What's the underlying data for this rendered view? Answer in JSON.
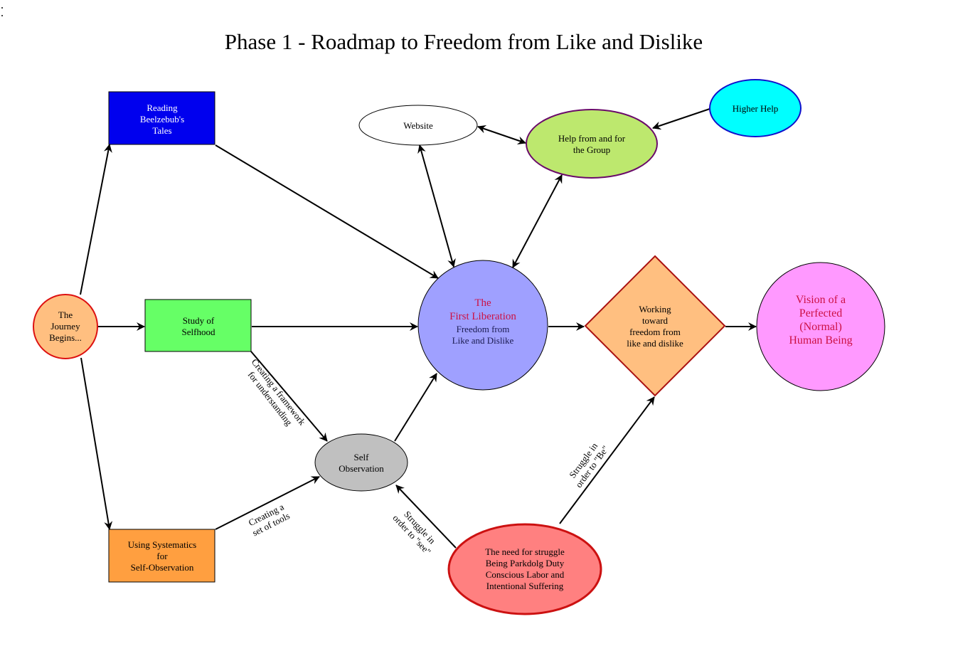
{
  "title": "Phase 1 - Roadmap to Freedom from Like and Dislike",
  "colors": {
    "reading": "#0000ee",
    "study": "#66ff66",
    "systematics": "#ff9f40",
    "journey_fill": "#ffbf80",
    "journey_stroke": "#dd1111",
    "website_fill": "#ffffff",
    "group_fill": "#bde86e",
    "group_stroke": "#6a0a6a",
    "higher_fill": "#00ffff",
    "higher_stroke": "#1010cc",
    "liberation_fill": "#9fa0ff",
    "selfobs_fill": "#c0c0c0",
    "working_fill": "#ffbf80",
    "working_stroke": "#aa1111",
    "vision_fill": "#ff99ff",
    "struggle_fill": "#ff8080",
    "struggle_stroke": "#cc1111"
  },
  "nodes": {
    "journey": {
      "lines": [
        "The",
        "Journey",
        "Begins..."
      ]
    },
    "reading": {
      "lines": [
        "Reading",
        "Beelzebub's",
        "Tales"
      ]
    },
    "study": {
      "lines": [
        "Study of",
        "Selfhood"
      ]
    },
    "systematics": {
      "lines": [
        "Using Systematics",
        "for",
        "Self-Observation"
      ]
    },
    "website": {
      "lines": [
        "Website"
      ]
    },
    "group": {
      "lines": [
        "Help from and for",
        "the Group"
      ]
    },
    "higher": {
      "lines": [
        "Higher Help"
      ]
    },
    "liberation": {
      "title_lines": [
        "The",
        "First Liberation"
      ],
      "lines": [
        "Freedom from",
        "Like and Dislike"
      ]
    },
    "selfobs": {
      "lines": [
        "Self",
        "Observation"
      ]
    },
    "working": {
      "lines": [
        "Working",
        "toward",
        "freedom from",
        "like and dislike"
      ]
    },
    "vision": {
      "lines": [
        "Vision of a",
        "Perfected",
        "(Normal)",
        "Human Being"
      ]
    },
    "struggle": {
      "lines": [
        "The need for struggle",
        "Being Parkdolg Duty",
        "Conscious Labor and",
        "Intentional Suffering"
      ]
    }
  },
  "edges": [
    {
      "from": "journey",
      "to": "reading",
      "type": "arrow"
    },
    {
      "from": "journey",
      "to": "study",
      "type": "arrow"
    },
    {
      "from": "journey",
      "to": "systematics",
      "type": "arrow"
    },
    {
      "from": "reading",
      "to": "liberation",
      "type": "arrow"
    },
    {
      "from": "study",
      "to": "liberation",
      "type": "arrow"
    },
    {
      "from": "study",
      "to": "selfobs",
      "type": "arrow",
      "label": [
        "Creating a framework",
        "for understanding"
      ]
    },
    {
      "from": "systematics",
      "to": "selfobs",
      "type": "arrow",
      "label": [
        "Creating a",
        "set of tools"
      ]
    },
    {
      "from": "selfobs",
      "to": "liberation",
      "type": "arrow"
    },
    {
      "from": "struggle",
      "to": "selfobs",
      "type": "arrow",
      "label": [
        "Struggle in",
        "order to \"see\""
      ]
    },
    {
      "from": "struggle",
      "to": "working",
      "type": "arrow",
      "label": [
        "Struggle in",
        "order to \"Be\""
      ]
    },
    {
      "from": "liberation",
      "to": "website",
      "type": "double"
    },
    {
      "from": "liberation",
      "to": "group",
      "type": "double"
    },
    {
      "from": "website",
      "to": "group",
      "type": "double"
    },
    {
      "from": "higher",
      "to": "group",
      "type": "arrow"
    },
    {
      "from": "liberation",
      "to": "working",
      "type": "arrow"
    },
    {
      "from": "working",
      "to": "vision",
      "type": "arrow"
    }
  ]
}
